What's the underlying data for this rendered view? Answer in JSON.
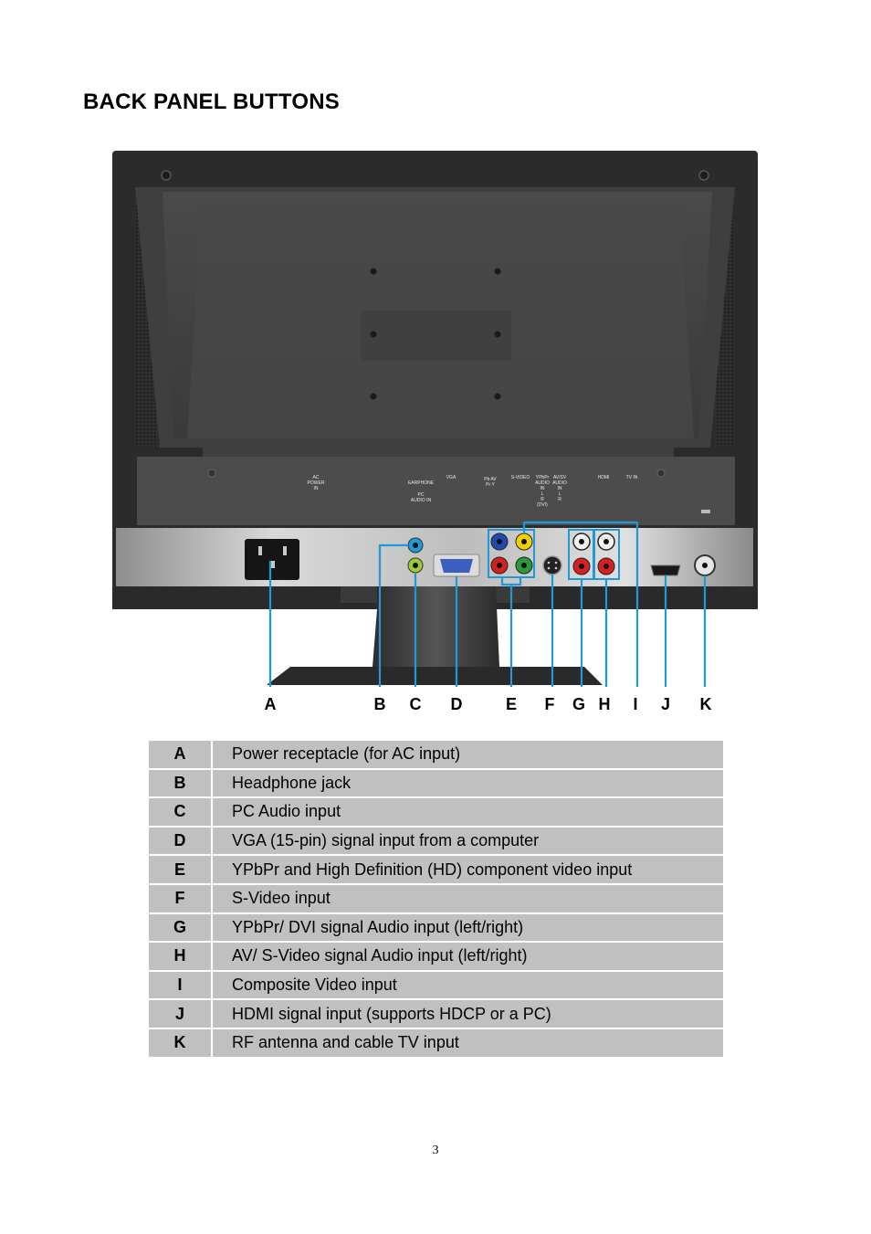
{
  "page": {
    "title": "BACK PANEL BUTTONS",
    "page_number": "3"
  },
  "figure": {
    "connector_letters": [
      "A",
      "B",
      "C",
      "D",
      "E",
      "F",
      "G",
      "H",
      "I",
      "J",
      "K"
    ],
    "panel_labels": {
      "ac_power": "AC\nPOWER\nIN",
      "earphone": "EARPHONE",
      "pc_audio": "PC\nAUDIO IN",
      "vga": "VGA",
      "pb_pr_y": "Pb  AV\nPr  Y",
      "svideo": "S-VIDEO",
      "ypbpr_audio": "YPbPr\nAUDIO\nIN\nL\nR\n(DVI)",
      "av_audio": "AV/SV\nAUDIO\nIN\nL\nR",
      "hdmi": "HDMI",
      "tv_in": "TV IN"
    },
    "colors": {
      "pointer_lines": "#1e9ad6",
      "bezel": "#2a2a2a",
      "panel_metal": "#a9a9a9"
    }
  },
  "legend": {
    "rows": [
      {
        "key": "A",
        "desc": "Power receptacle (for AC input)"
      },
      {
        "key": "B",
        "desc": "Headphone jack"
      },
      {
        "key": "C",
        "desc": "PC Audio input"
      },
      {
        "key": "D",
        "desc": "VGA (15-pin) signal input from a computer"
      },
      {
        "key": "E",
        "desc": "YPbPr and High Definition (HD) component video input"
      },
      {
        "key": "F",
        "desc": "S-Video input"
      },
      {
        "key": "G",
        "desc": "YPbPr/ DVI signal Audio input (left/right)"
      },
      {
        "key": "H",
        "desc": "AV/ S-Video signal Audio input (left/right)"
      },
      {
        "key": "I",
        "desc": "Composite Video input"
      },
      {
        "key": "J",
        "desc": "HDMI signal input (supports HDCP or a PC)"
      },
      {
        "key": "K",
        "desc": "RF antenna and cable TV input"
      }
    ]
  }
}
